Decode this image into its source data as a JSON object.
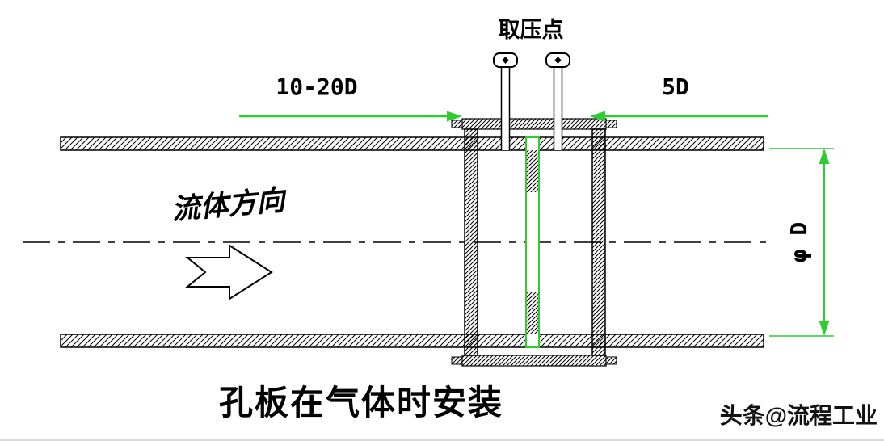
{
  "diagram": {
    "caption": "孔板在气体时安装",
    "watermark": "头条@流程工业",
    "labels": {
      "pressure_tap": "取压点",
      "upstream_distance": "10-20D",
      "downstream_distance": "5D",
      "flow_direction": "流体方向",
      "pipe_diameter": "φ D"
    },
    "colors": {
      "dimension_green": "#2ecc2e",
      "line_black": "#000000",
      "background_white": "#ffffff",
      "bottom_rule_gray": "#d9d9d9"
    }
  }
}
